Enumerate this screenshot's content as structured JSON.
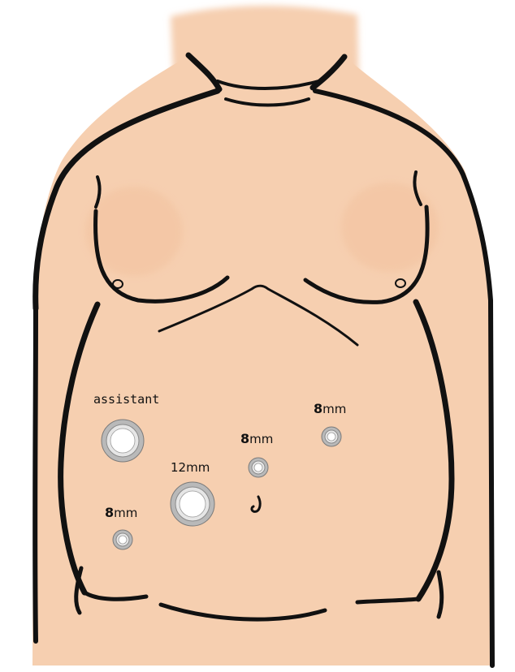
{
  "figure": {
    "skin_color": "#f6cfb0",
    "skin_shadow_color": "#f3c3a0",
    "outline_color": "#111111",
    "port_ring_color": "#b9b9b9",
    "port_inner_color": "#ffffff"
  },
  "labels": {
    "assistant": "assistant",
    "port_12mm": "12mm",
    "port_8mm_a_num": "8",
    "port_8mm_a_unit": "mm",
    "port_8mm_b_num": "8",
    "port_8mm_b_unit": "mm",
    "port_8mm_c_num": "8",
    "port_8mm_c_unit": "mm"
  },
  "ports": [
    {
      "id": "assistant",
      "size": "assistant"
    },
    {
      "id": "12mm",
      "size": "12mm"
    },
    {
      "id": "8mm-left",
      "size": "8mm"
    },
    {
      "id": "8mm-center",
      "size": "8mm"
    },
    {
      "id": "8mm-right",
      "size": "8mm"
    }
  ]
}
